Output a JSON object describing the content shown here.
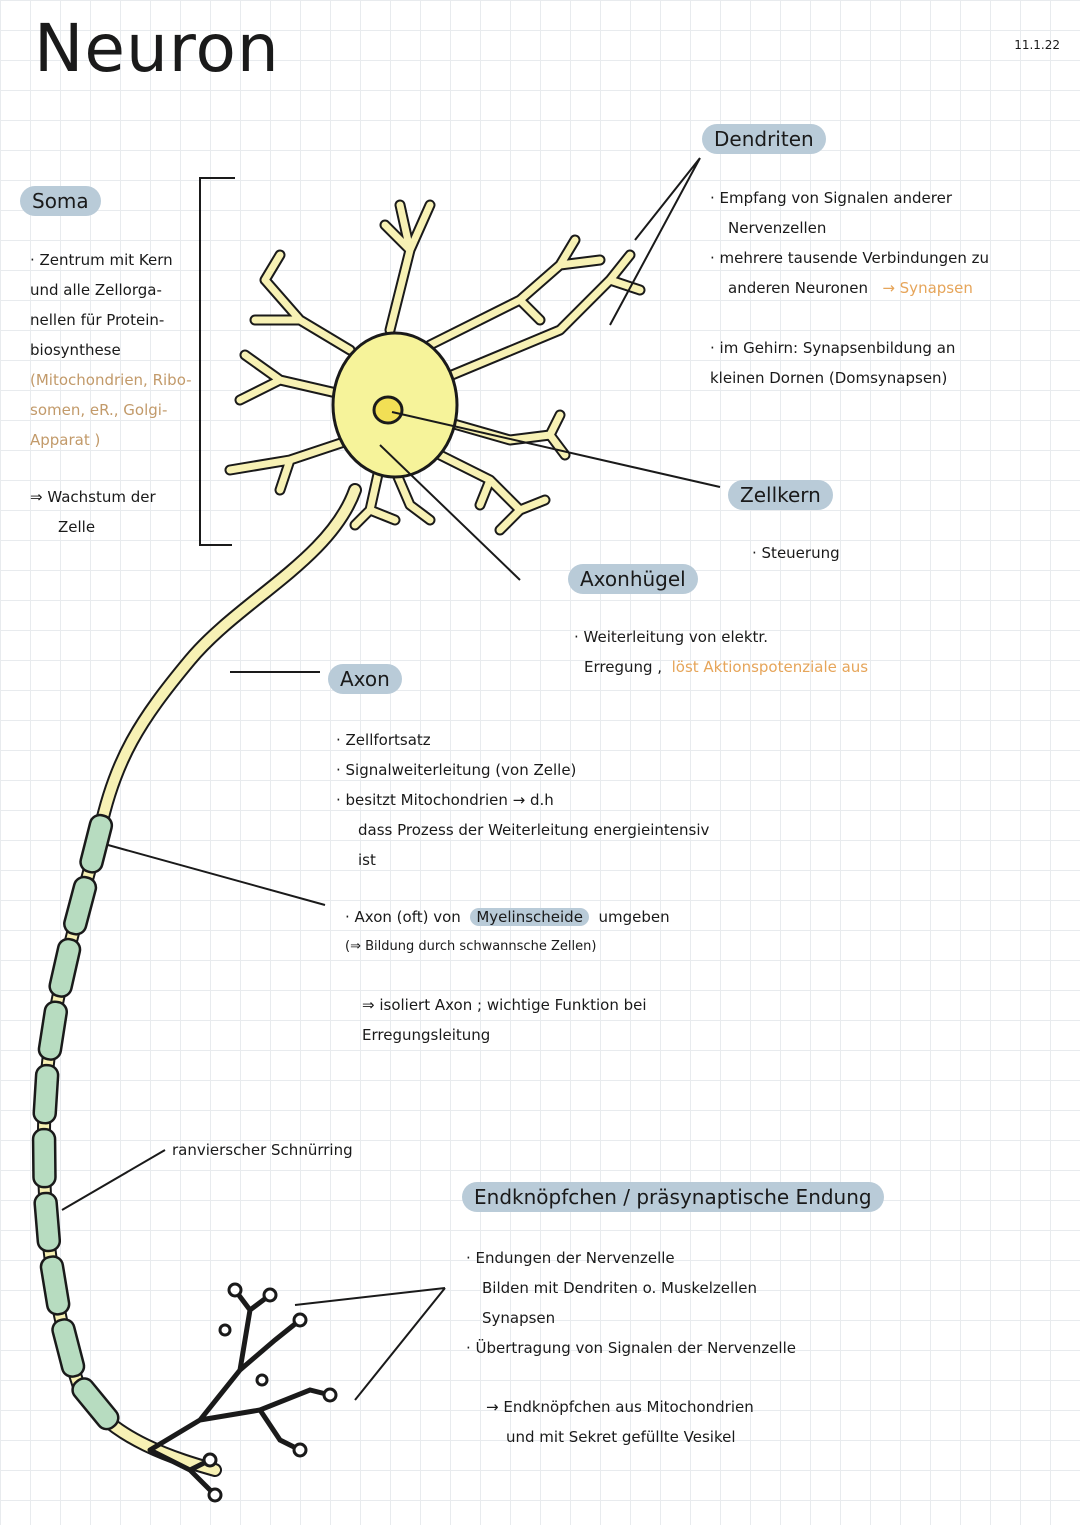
{
  "title": "Neuron",
  "date": "11.1.22",
  "colors": {
    "cell_body": "#f6f39a",
    "myelin": "#b7dcc0",
    "label_bg": "#b9cbd8",
    "accent_brown": "#c29a6a",
    "accent_orange": "#e6a55a"
  },
  "soma": {
    "label": "Soma",
    "lines": [
      "· Zentrum mit Kern",
      "und alle Zellorga-",
      "nellen für Protein-",
      "biosynthese"
    ],
    "detail_lines": [
      "(Mitochondrien, Ribo-",
      "somen, eR., Golgi-",
      "Apparat )"
    ],
    "result_lines": [
      "⇒ Wachstum der",
      "Zelle"
    ]
  },
  "dendriten": {
    "label": "Dendriten",
    "lines": [
      "· Empfang von Signalen anderer",
      "Nervenzellen",
      "· mehrere tausende Verbindungen zu",
      "anderen Neuronen"
    ],
    "arrow_note": "→ Synapsen",
    "brain_lines": [
      "· im Gehirn: Synapsenbildung an",
      "kleinen Dornen (Domsynapsen)"
    ]
  },
  "zellkern": {
    "label": "Zellkern",
    "note": "· Steuerung"
  },
  "axonhuegel": {
    "label": "Axonhügel",
    "line1": "· Weiterleitung von elektr.",
    "line2_prefix": "Erregung ,",
    "line2_suffix": "löst Aktionspotenziale aus"
  },
  "axon": {
    "label": "Axon",
    "lines": [
      "· Zellfortsatz",
      "· Signalweiterleitung (von Zelle)",
      "· besitzt Mitochondrien → d.h",
      "dass Prozess der Weiterleitung energieintensiv",
      "ist"
    ],
    "myelin_prefix": "· Axon (oft) von",
    "myelin_word": "Myelinscheide",
    "myelin_suffix": "umgeben",
    "myelin_sub": "(⇒ Bildung durch schwannsche Zellen)",
    "result_lines": [
      "⇒ isoliert Axon ; wichtige Funktion bei",
      "Erregungsleitung"
    ]
  },
  "ranvier": {
    "label": "ranvierscher Schnürring"
  },
  "endknoepfchen": {
    "label": "Endknöpfchen / präsynaptische Endung",
    "lines": [
      "· Endungen der Nervenzelle",
      "Bilden mit Dendriten o. Muskelzellen",
      "Synapsen",
      "· Übertragung von Signalen der Nervenzelle"
    ],
    "result_lines": [
      "→ Endknöpfchen aus Mitochondrien",
      "und mit Sekret gefüllte Vesikel"
    ]
  }
}
